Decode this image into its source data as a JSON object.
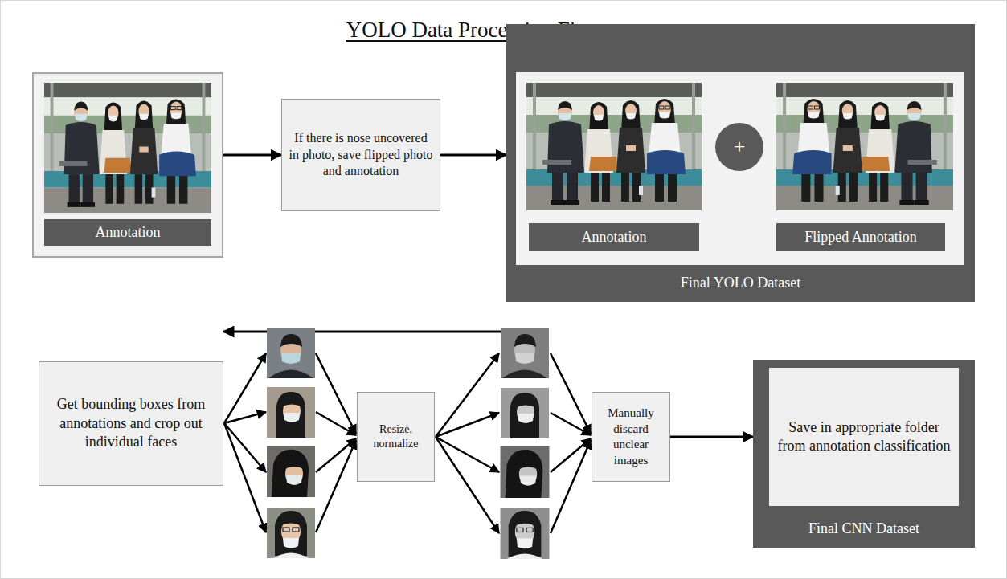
{
  "diagram": {
    "title": "YOLO Data Processing Flow",
    "nodes": [
      {
        "text": [
          "Annotation"
        ]
      },
      {
        "text": [
          "If there is nose uncovered in photo, save flipped photo and annotation"
        ]
      },
      {
        "text": [
          "Final YOLO Dataset"
        ]
      },
      {
        "text": [
          "Annotation"
        ],
        "in": 2
      },
      {
        "text": [
          "+"
        ],
        "in": 2
      },
      {
        "text": [
          "Flipped Annotation"
        ],
        "in": 2
      },
      {
        "text": [
          "Get bounding boxes from annotations and crop out individual faces"
        ]
      },
      {
        "text": [
          "Resize, normalize"
        ]
      },
      {
        "text": [
          "Manually discard unclear images"
        ]
      },
      {
        "text": [
          "Final CNN Dataset"
        ]
      },
      {
        "text": [
          "Save in appropriate folder from annotation classification"
        ],
        "in": 9
      }
    ],
    "edges": [
      {
        "from": 0,
        "to": 1,
        "arrow": "to"
      },
      {
        "from": 1,
        "to": 2,
        "arrow": "to"
      },
      {
        "from": 2,
        "to": 6,
        "arrow": "to"
      },
      {
        "from": 8,
        "to": 9,
        "arrow": "to"
      }
    ]
  }
}
